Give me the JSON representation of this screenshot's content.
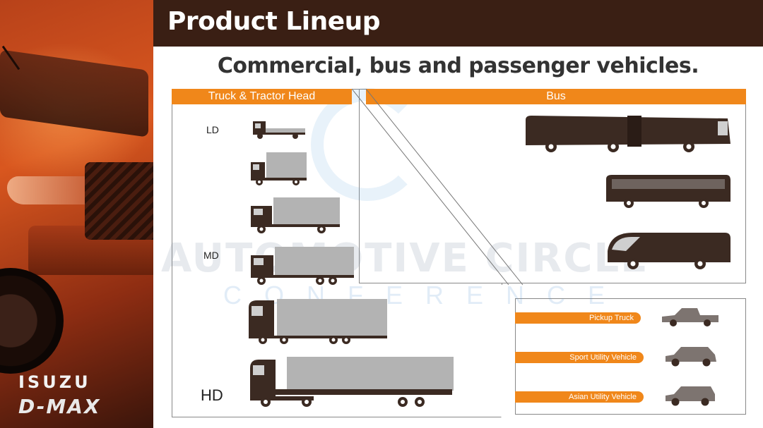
{
  "promo": {
    "brand": "ISUZU",
    "model": "D-MAX"
  },
  "header": {
    "title": "Product Lineup"
  },
  "subtitle": "Commercial, bus and passenger vehicles.",
  "sections": {
    "truck": "Truck & Tractor Head",
    "bus": "Bus"
  },
  "truck_classes": {
    "ld": "LD",
    "md": "MD",
    "hd": "HD"
  },
  "passenger": [
    {
      "label": "Pickup Truck",
      "icon": "pickup-truck-icon"
    },
    {
      "label": "Sport Utility Vehicle",
      "icon": "suv-icon"
    },
    {
      "label": "Asian Utility Vehicle",
      "icon": "auv-icon"
    }
  ],
  "watermark": {
    "line1": "AUTOMOTIVE CIRCLE",
    "line2": "CONFERENCE"
  },
  "colors": {
    "header": "#3a1f14",
    "accent": "#f0871a",
    "vehicle_dark": "#3b2a22",
    "cargo": "#b3b3b3"
  }
}
